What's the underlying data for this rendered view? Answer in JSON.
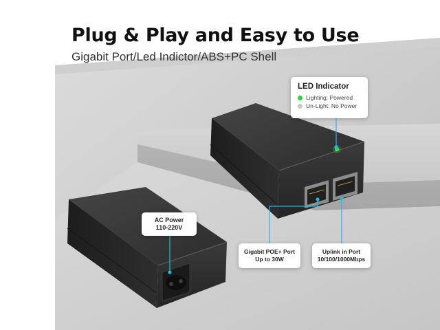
{
  "headline": "Plug & Play and Easy to Use",
  "subheadline": "Gigabit Port/Led Indictor/ABS+PC Shell",
  "led_indicator": {
    "title": "LED Indicator",
    "items": [
      {
        "label": "Lighting: Powered",
        "color": "#2fd43a"
      },
      {
        "label": "Un-Light: No Power",
        "color": "#c8c8c8"
      }
    ]
  },
  "callouts": {
    "ac_power": {
      "line1": "AC Power",
      "line2": "110-220V"
    },
    "poe_port": {
      "line1": "Gigabit POE+ Port",
      "line2": "Up to 30W"
    },
    "uplink_port": {
      "line1": "Uplink in Port",
      "line2": "10/100/1000Mbps"
    }
  },
  "colors": {
    "leader_line": "#2bb3e0",
    "led_green": "#3ee04a",
    "device_body": "#2a2a2a"
  }
}
